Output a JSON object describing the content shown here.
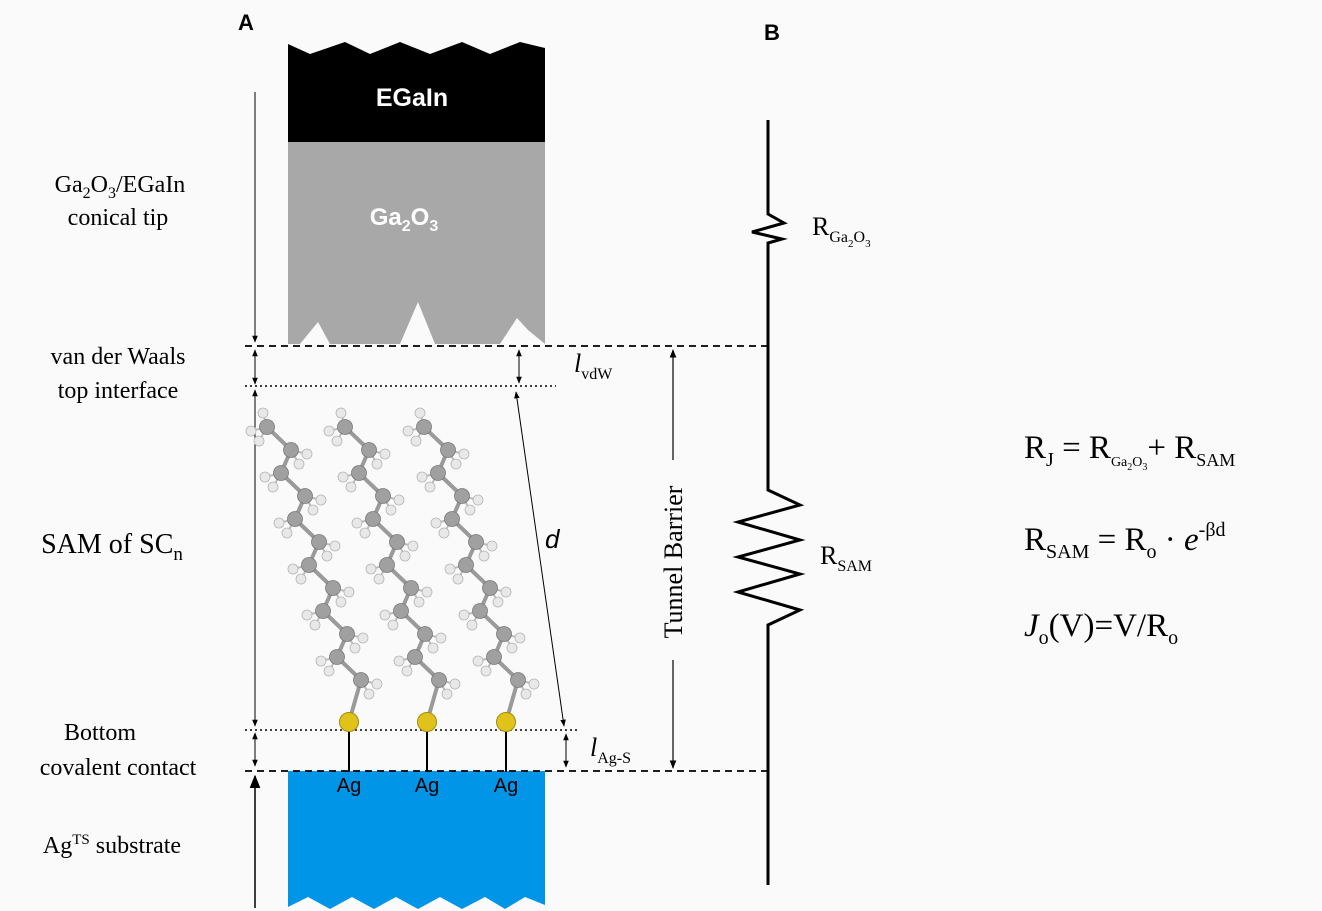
{
  "panels": {
    "a": "A",
    "b": "B"
  },
  "layers": {
    "top_electrode": "EGaIn",
    "oxide": {
      "base": "Ga",
      "sub1": "2",
      "mid": "O",
      "sub2": "3"
    },
    "substrate_atom": "Ag"
  },
  "left_labels": {
    "tip_line1": {
      "p1": "Ga",
      "s1": "2",
      "p2": "O",
      "s2": "3",
      "p3": "/EGaIn"
    },
    "tip_line2": "conical tip",
    "vdw_line1": "van der Waals",
    "vdw_line2": "top interface",
    "sam": {
      "base": "SAM of SC",
      "sub": "n"
    },
    "bottom_line1": "Bottom",
    "bottom_line2": "covalent contact",
    "substrate": {
      "base": "Ag",
      "sup": "TS",
      "rest": " substrate"
    }
  },
  "dimensions": {
    "l_vdw": {
      "base": "l",
      "sub": "vdW"
    },
    "d": "d",
    "l_ags": {
      "base": "l",
      "sub": "Ag-S"
    },
    "tunnel_barrier": "Tunnel Barrier"
  },
  "circuit": {
    "r_ga2o3": {
      "base": "R",
      "sub": "Ga",
      "sub2": "2",
      "sub3": "O",
      "sub4": "3"
    },
    "r_sam": {
      "base": "R",
      "sub": "SAM"
    }
  },
  "equations": {
    "eq1": {
      "lhs": "R",
      "lhs_sub": "J",
      "eq": " = R",
      "t1_sub": "Ga",
      "t1_sub2": "2",
      "t1_sub3": "O",
      "t1_sub4": "3",
      "plus": "+ R",
      "t2_sub": "SAM"
    },
    "eq2": {
      "lhs": "R",
      "lhs_sub": "SAM",
      "eq": "  = R",
      "r0_sub": "o",
      "dot": " · ",
      "e": "e",
      "exp": "-βd"
    },
    "eq3": {
      "j": "J",
      "j_sub": "o",
      "rest": "(V)=V/R",
      "r_sub": "o"
    }
  }
}
